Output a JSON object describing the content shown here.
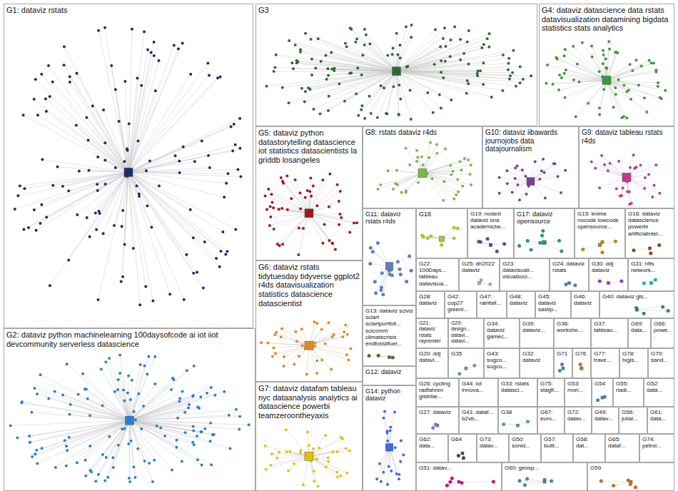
{
  "diagram": {
    "nodes": [
      {
        "text": [
          "G1: dataviz rstats"
        ]
      },
      {
        "text": [
          "G3"
        ]
      },
      {
        "text": [
          "G4: dataviz datascience data rstats datavisualization datamining bigdata statistics stats analytics"
        ]
      },
      {
        "text": [
          "G5: dataviz python datastorytelling datascience iot statistics datascientists la griddb losangeles"
        ]
      },
      {
        "text": [
          "G8: rstats dataviz r4ds"
        ]
      },
      {
        "text": [
          "G10: dataviz iibawards journojobs data datajournalism"
        ]
      },
      {
        "text": [
          "G9: dataviz tableau rstats r4ds"
        ]
      },
      {
        "text": [
          "G11: dataviz rstats r4ds"
        ]
      },
      {
        "text": [
          "G18"
        ]
      },
      {
        "text": [
          "G19: nodexl dataviz sna academictw..."
        ]
      },
      {
        "text": [
          "G17: dataviz opensource"
        ]
      },
      {
        "text": [
          "G15: knime nocode lowcode opensource..."
        ]
      },
      {
        "text": [
          "G16: dataviz datascience powerbi artificialintel..."
        ]
      },
      {
        "text": [
          "G6: dataviz rstats tidytuesday tidyverse ggplot2 r4ds datavisualization statistics datascience datascientist"
        ]
      },
      {
        "text": [
          "G22: 100Days... tableau datavisua..."
        ]
      },
      {
        "text": [
          "G25: dh2022 dataviz"
        ]
      },
      {
        "text": [
          "G23: datavisuali... visualsoci..."
        ]
      },
      {
        "text": [
          "G24: dataviz rstats"
        ]
      },
      {
        "text": [
          "G30: ddj dataviz"
        ]
      },
      {
        "text": [
          "G31: nfts network..."
        ]
      },
      {
        "text": [
          "G28: dataviz"
        ]
      },
      {
        "text": [
          "G42: cop27 greenl..."
        ]
      },
      {
        "text": [
          "G47: rainfall..."
        ]
      },
      {
        "text": [
          "G48: dataviz"
        ]
      },
      {
        "text": [
          "G45: dataviz sastip..."
        ]
      },
      {
        "text": [
          "G46: dataviz"
        ]
      },
      {
        "text": [
          "G40: dataviz gis..."
        ]
      },
      {
        "text": [
          "G13: dataviz sciviz sciart sciartportfoli... scicomm climatecrisis endfossilfuel..."
        ]
      },
      {
        "text": [
          "G12: dataviz"
        ]
      },
      {
        "text": [
          "G14: python dataviz"
        ]
      },
      {
        "text": [
          "G7: dataviz datafam tableau nyc dataanalysis analytics ai datascience powerbi teamzeroontheyaxis"
        ]
      },
      {
        "text": [
          "G2: dataviz python machinelearning 100daysofcode ai iot iiot devcommunity serverless datascience"
        ]
      },
      {
        "text": [
          "G21: dataviz rstats rayrender"
        ]
      },
      {
        "text": [
          "G29: design... datavi... datavi..."
        ]
      },
      {
        "text": [
          "G34: dataviz gamec..."
        ]
      },
      {
        "text": [
          "G39: dataviz..."
        ]
      },
      {
        "text": [
          "G36: worksho..."
        ]
      },
      {
        "text": [
          "G37: tableau..."
        ]
      },
      {
        "text": [
          "G69: data..."
        ]
      },
      {
        "text": [
          "G66: powe..."
        ]
      },
      {
        "text": [
          "G20: ddj datavi..."
        ]
      },
      {
        "text": [
          "G35"
        ]
      },
      {
        "text": [
          "G43: sugco... sugco..."
        ]
      },
      {
        "text": [
          "G32: dataviz"
        ]
      },
      {
        "text": [
          "G71"
        ]
      },
      {
        "text": [
          "G76"
        ]
      },
      {
        "text": [
          "G77: trave..."
        ]
      },
      {
        "text": [
          "G78: txgis..."
        ]
      },
      {
        "text": [
          "G70: sand..."
        ]
      },
      {
        "text": [
          "G26: cycling radfahren gistribe..."
        ]
      },
      {
        "text": [
          "G44: iot innova..."
        ]
      },
      {
        "text": [
          "G33: rstats datasci..."
        ]
      },
      {
        "text": [
          "G75: stagfl..."
        ]
      },
      {
        "text": [
          "G53: mon..."
        ]
      },
      {
        "text": [
          "G54"
        ]
      },
      {
        "text": [
          "G55: rladi..."
        ]
      },
      {
        "text": [
          "G52: data..."
        ]
      },
      {
        "text": [
          "G27: dataviz"
        ]
      },
      {
        "text": [
          "G41: dataf... b2vb..."
        ]
      },
      {
        "text": [
          "G38"
        ]
      },
      {
        "text": [
          "G67: euro..."
        ]
      },
      {
        "text": [
          "G72: datav..."
        ]
      },
      {
        "text": [
          "G49: datav..."
        ]
      },
      {
        "text": [
          "G56: julial..."
        ]
      },
      {
        "text": [
          "G61: data..."
        ]
      },
      {
        "text": [
          "G62: data..."
        ]
      },
      {
        "text": [
          "G64"
        ]
      },
      {
        "text": [
          "G73: datav..."
        ]
      },
      {
        "text": [
          "G50: sonid..."
        ]
      },
      {
        "text": [
          "G57: built..."
        ]
      },
      {
        "text": [
          "G58: dat..."
        ]
      },
      {
        "text": [
          "G65: dataf..."
        ]
      },
      {
        "text": [
          "G74: petrol..."
        ]
      },
      {
        "text": [
          "G51: datav..."
        ]
      },
      {
        "text": [
          "G60: geosp..."
        ]
      },
      {
        "text": [
          "G59"
        ]
      }
    ]
  }
}
